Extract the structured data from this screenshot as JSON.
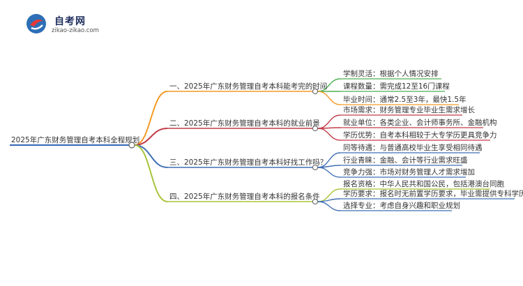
{
  "logo": {
    "title": "自考网",
    "subtitle": "zikao-zikao.com"
  },
  "root": {
    "label": "2025年广东财务管理自考本科全程规划",
    "color": "#3f6fb5"
  },
  "branches": [
    {
      "label": "一、2025年广东财务管理自考本科能考完的时间",
      "color": "#f39a25",
      "leaves": [
        {
          "label": "学制灵活：根据个人情况安排",
          "color": "#4caf50"
        },
        {
          "label": "课程数量：需完成12至16门课程",
          "color": "#4caf50"
        },
        {
          "label": "毕业时间：通常2.5至3年，最快1.5年",
          "color": "#f39a25"
        }
      ]
    },
    {
      "label": "二、2025年广东财务管理自考本科的就业前景",
      "color": "#c33b48",
      "leaves": [
        {
          "label": "市场需求：财务管理专业毕业生需求增长",
          "color": "#c33b48"
        },
        {
          "label": "就业单位：各类企业、会计师事务所、金融机构",
          "color": "#c33b48"
        },
        {
          "label": "学历优势：自考本科相较于大专学历更具竞争力",
          "color": "#c33b48"
        }
      ]
    },
    {
      "label": "三、2025年广东财务管理自考本科好找工作吗？",
      "color": "#3f6fb5",
      "leaves": [
        {
          "label": "同等待遇：与普通高校毕业生享受相同待遇",
          "color": "#3f6fb5"
        },
        {
          "label": "行业青睐：金融、会计等行业需求旺盛",
          "color": "#3f6fb5"
        },
        {
          "label": "竞争力强：市场对财务管理人才需求增加",
          "color": "#3f6fb5"
        }
      ]
    },
    {
      "label": "四、2025年广东财务管理自考本科的报名条件",
      "color": "#a8c43a",
      "leaves": [
        {
          "label": "报名资格：中华人民共和国公民，包括港澳台同胞",
          "color": "#a8c43a"
        },
        {
          "label": "学历要求：报名时无前置学历要求，毕业需提供专科学历",
          "color": "#3f6fb5"
        },
        {
          "label": "选择专业：考虑自身兴趣和职业规划",
          "color": "#3f6fb5"
        }
      ]
    }
  ]
}
